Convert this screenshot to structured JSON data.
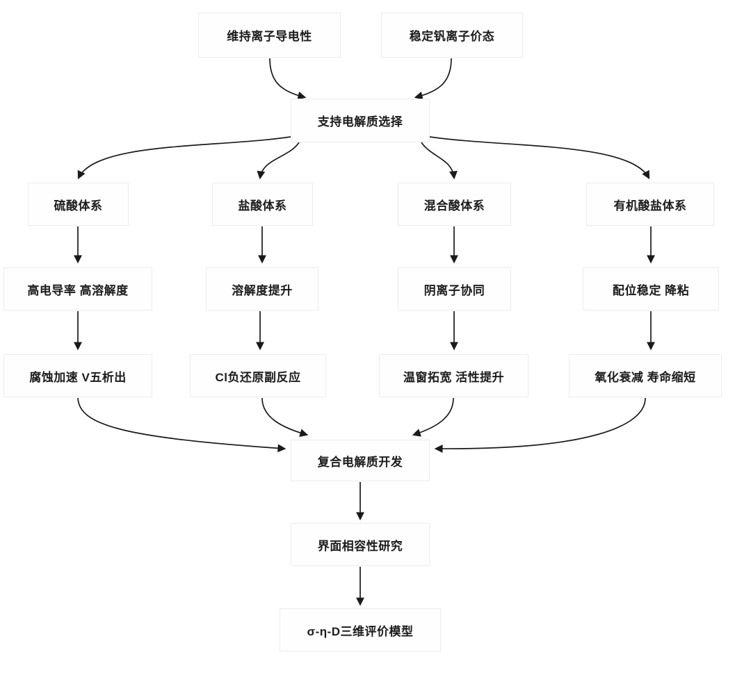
{
  "diagram": {
    "colors": {
      "arrow": "#1a1a1a",
      "box_border": "#ececec",
      "box_bg": "#fefefe",
      "text": "#1c1c1c",
      "background": "#ffffff"
    },
    "nodes": {
      "goal_left": {
        "label": "维持离子导电性"
      },
      "goal_right": {
        "label": "稳定钒离子价态"
      },
      "selection": {
        "label": "支持电解质选择"
      },
      "sys_sulfuric": {
        "label": "硫酸体系"
      },
      "sys_hcl": {
        "label": "盐酸体系"
      },
      "sys_mixed": {
        "label": "混合酸体系"
      },
      "sys_organic": {
        "label": "有机酸盐体系"
      },
      "feat_sulfuric": {
        "label": "高电导率 高溶解度"
      },
      "feat_hcl": {
        "label": "溶解度提升"
      },
      "feat_mixed": {
        "label": "阴离子协同"
      },
      "feat_organic": {
        "label": "配位稳定 降粘"
      },
      "issue_sulfuric": {
        "label": "腐蚀加速 V五析出"
      },
      "issue_hcl": {
        "label": "Cl负还原副反应"
      },
      "issue_mixed": {
        "label": "温窗拓宽 活性提升"
      },
      "issue_organic": {
        "label": "氧化衰减 寿命缩短"
      },
      "composite": {
        "label": "复合电解质开发"
      },
      "interface": {
        "label": "界面相容性研究"
      },
      "model": {
        "label": "σ-η-D三维评价模型"
      }
    },
    "edges": [
      {
        "from": "goal_left",
        "to": "selection"
      },
      {
        "from": "goal_right",
        "to": "selection"
      },
      {
        "from": "selection",
        "to": "sys_sulfuric"
      },
      {
        "from": "selection",
        "to": "sys_hcl"
      },
      {
        "from": "selection",
        "to": "sys_mixed"
      },
      {
        "from": "selection",
        "to": "sys_organic"
      },
      {
        "from": "sys_sulfuric",
        "to": "feat_sulfuric"
      },
      {
        "from": "sys_hcl",
        "to": "feat_hcl"
      },
      {
        "from": "sys_mixed",
        "to": "feat_mixed"
      },
      {
        "from": "sys_organic",
        "to": "feat_organic"
      },
      {
        "from": "feat_sulfuric",
        "to": "issue_sulfuric"
      },
      {
        "from": "feat_hcl",
        "to": "issue_hcl"
      },
      {
        "from": "feat_mixed",
        "to": "issue_mixed"
      },
      {
        "from": "feat_organic",
        "to": "issue_organic"
      },
      {
        "from": "issue_sulfuric",
        "to": "composite"
      },
      {
        "from": "issue_hcl",
        "to": "composite"
      },
      {
        "from": "issue_mixed",
        "to": "composite"
      },
      {
        "from": "issue_organic",
        "to": "composite"
      },
      {
        "from": "composite",
        "to": "interface"
      },
      {
        "from": "interface",
        "to": "model"
      }
    ]
  }
}
